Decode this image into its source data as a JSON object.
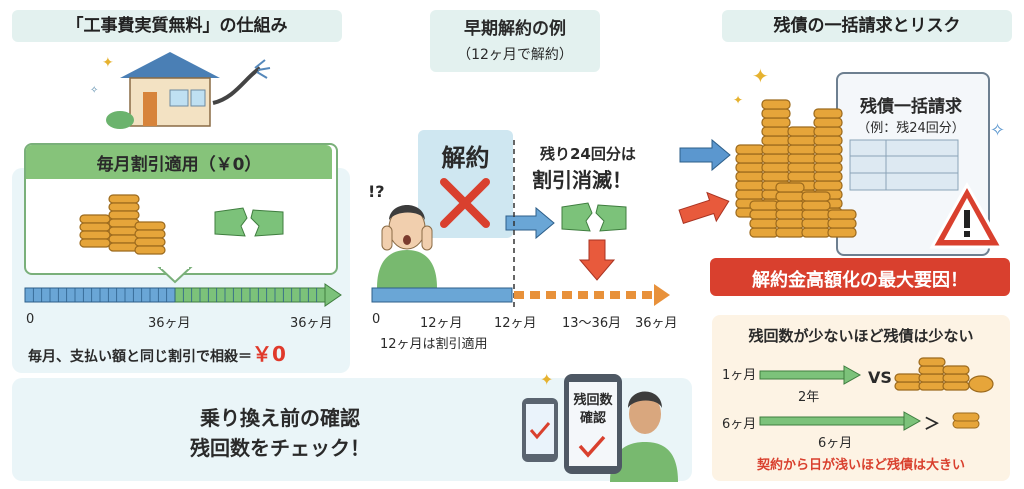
{
  "section1": {
    "title": "「工事費実質無料」の仕組み",
    "discount_banner": "毎月割引適用（￥0）",
    "bar_label_start": "0",
    "bar_label_mid": "36ヶ月",
    "bar_label_end": "36ヶ月",
    "note_prefix": "毎月、支払い額と同じ割引で相殺＝",
    "note_value": "￥0",
    "accent_color": "#e0392b"
  },
  "section2": {
    "title": "早期解約の例",
    "subtitle": "（12ヶ月で解約）",
    "cancel_label": "解約",
    "question_mark": "!?",
    "remaining_line1": "残り24回分は",
    "remaining_line2": "割引消滅！",
    "tick_0": "0",
    "tick_12a": "12ヶ月",
    "tick_12b": "12ヶ月",
    "tick_13_36": "13〜36月",
    "tick_36": "36ヶ月",
    "applied_note": "12ヶ月は割引適用"
  },
  "section3": {
    "title": "残債の一括請求とリスク",
    "bill_title": "残債一括請求",
    "bill_sub": "（例：残24回分）",
    "warning_banner": "解約金高額化の最大要因！",
    "compare_title": "残回数が少ないほど残債は少ない",
    "row1_label": "1ヶ月",
    "row1_span": "2年",
    "vs_label": "VS",
    "row2_label": "6ヶ月",
    "row2_span": "6ヶ月",
    "gt_label": "＞",
    "footer_note": "契約から日が浅いほど残債は大きい",
    "warning_color": "#d9402e"
  },
  "section4": {
    "line1": "乗り換え前の確認",
    "line2": "残回数をチェック！",
    "phone_label_line1": "残回数",
    "phone_label_line2": "確認"
  }
}
